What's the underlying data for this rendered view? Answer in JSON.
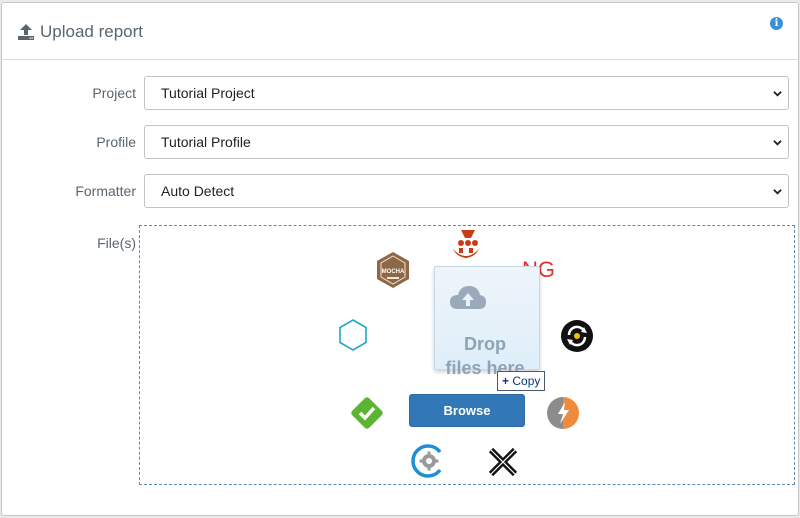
{
  "modal": {
    "title": "Upload report",
    "upload_icon": "upload-icon",
    "info_icon": "info-icon",
    "info_glyph": "i"
  },
  "form": {
    "project": {
      "label": "Project",
      "value": "Tutorial Project"
    },
    "profile": {
      "label": "Profile",
      "value": "Tutorial Profile"
    },
    "formatter": {
      "label": "Formatter",
      "value": "Auto Detect"
    },
    "files_label": "File(s)"
  },
  "dropzone": {
    "drop_line1": "Drop",
    "drop_line2": "files here",
    "copy_tooltip": "Copy",
    "browse_label": "Browse",
    "cloud_icon": "cloud-upload-icon"
  },
  "logos": {
    "mocha": {
      "text": "MOCHA",
      "icon": "mocha-logo-icon"
    },
    "ng": {
      "text": "NG",
      "icon": "testng-logo-icon"
    }
  },
  "colors": {
    "accent": "#3378b6",
    "info": "#3b8fd9",
    "label_text": "#5a6570"
  }
}
